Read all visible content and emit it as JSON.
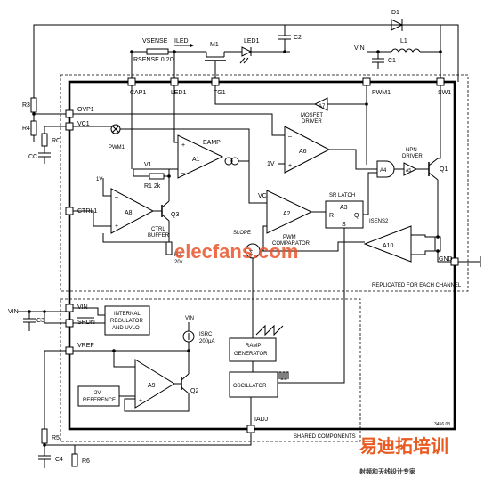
{
  "component_labels": {
    "d1": "D1",
    "l1": "L1",
    "c1": "C1",
    "c2": "C2",
    "c3": "C3",
    "c4": "C4",
    "m1": "M1",
    "led1": "LED1",
    "q1": "Q1",
    "q2": "Q2",
    "q3": "Q3",
    "r1": "R1 2k",
    "r2": "R2",
    "r2_val": "20k",
    "r3": "R3",
    "r4": "R4",
    "r5": "R5",
    "r6": "R6",
    "rc": "RC",
    "cc": "CC",
    "vsense": "VSENSE",
    "rsense": "RSENSE 0.2Ω",
    "iled": "ILED",
    "vin_top": "VIN",
    "vin_left": "VIN",
    "vin_isrc": "VIN",
    "isrc": "ISRC",
    "isrc_val": "200µA",
    "v1": "V1",
    "one_v_a": "1V",
    "one_v_b": "1V"
  },
  "pins": {
    "cap1": "CAP1",
    "led1": "LED1",
    "tg1": "TG1",
    "pwm1_top": "PWM1",
    "sw1": "SW1",
    "ovp1": "OVP1",
    "vc1": "VC1",
    "ctrl1": "CTRL1",
    "gnd": "GND",
    "vin": "VIN",
    "shdn": "SHDN",
    "vref": "VREF",
    "iadj": "IADJ",
    "pwm1_inner": "PWM1",
    "vc": "VC",
    "slope": "SLOPE",
    "isens2": "ISENS2"
  },
  "blocks": {
    "eamp_title": "EAMP",
    "a1": "A1",
    "a6": "A6",
    "a7": "A7",
    "mosfet_driver_1": "MOSFET",
    "mosfet_driver_2": "DRIVER",
    "a4": "A4",
    "a5": "A5",
    "npn_driver_1": "NPN",
    "npn_driver_2": "DRIVER",
    "sr_latch": "SR LATCH",
    "a3": "A3",
    "r_in": "R",
    "s_in": "S",
    "q_out": "Q",
    "a2": "A2",
    "pwm_comp_1": "PWM",
    "pwm_comp_2": "COMPARATOR",
    "a8": "A8",
    "ctrl_buffer_1": "CTRL",
    "ctrl_buffer_2": "BUFFER",
    "a10": "A10",
    "sigma": "Σ",
    "internal_reg_1": "INTERNAL",
    "internal_reg_2": "REGULATOR",
    "internal_reg_3": "AND UVLO",
    "ramp_gen_1": "RAMP",
    "ramp_gen_2": "GENERATOR",
    "oscillator": "OSCILLATOR",
    "a9": "A9",
    "ref_1": "2V",
    "ref_2": "REFERENCE"
  },
  "sections": {
    "replicated": "REPLICATED FOR EACH CHANNEL",
    "shared": "SHARED COMPONENTS",
    "fig_id": "3456 03"
  },
  "watermark": {
    "site": "elecfans.com",
    "cn_brand": "易迪拓培训",
    "cn_sub": "射频和天线设计专家"
  }
}
